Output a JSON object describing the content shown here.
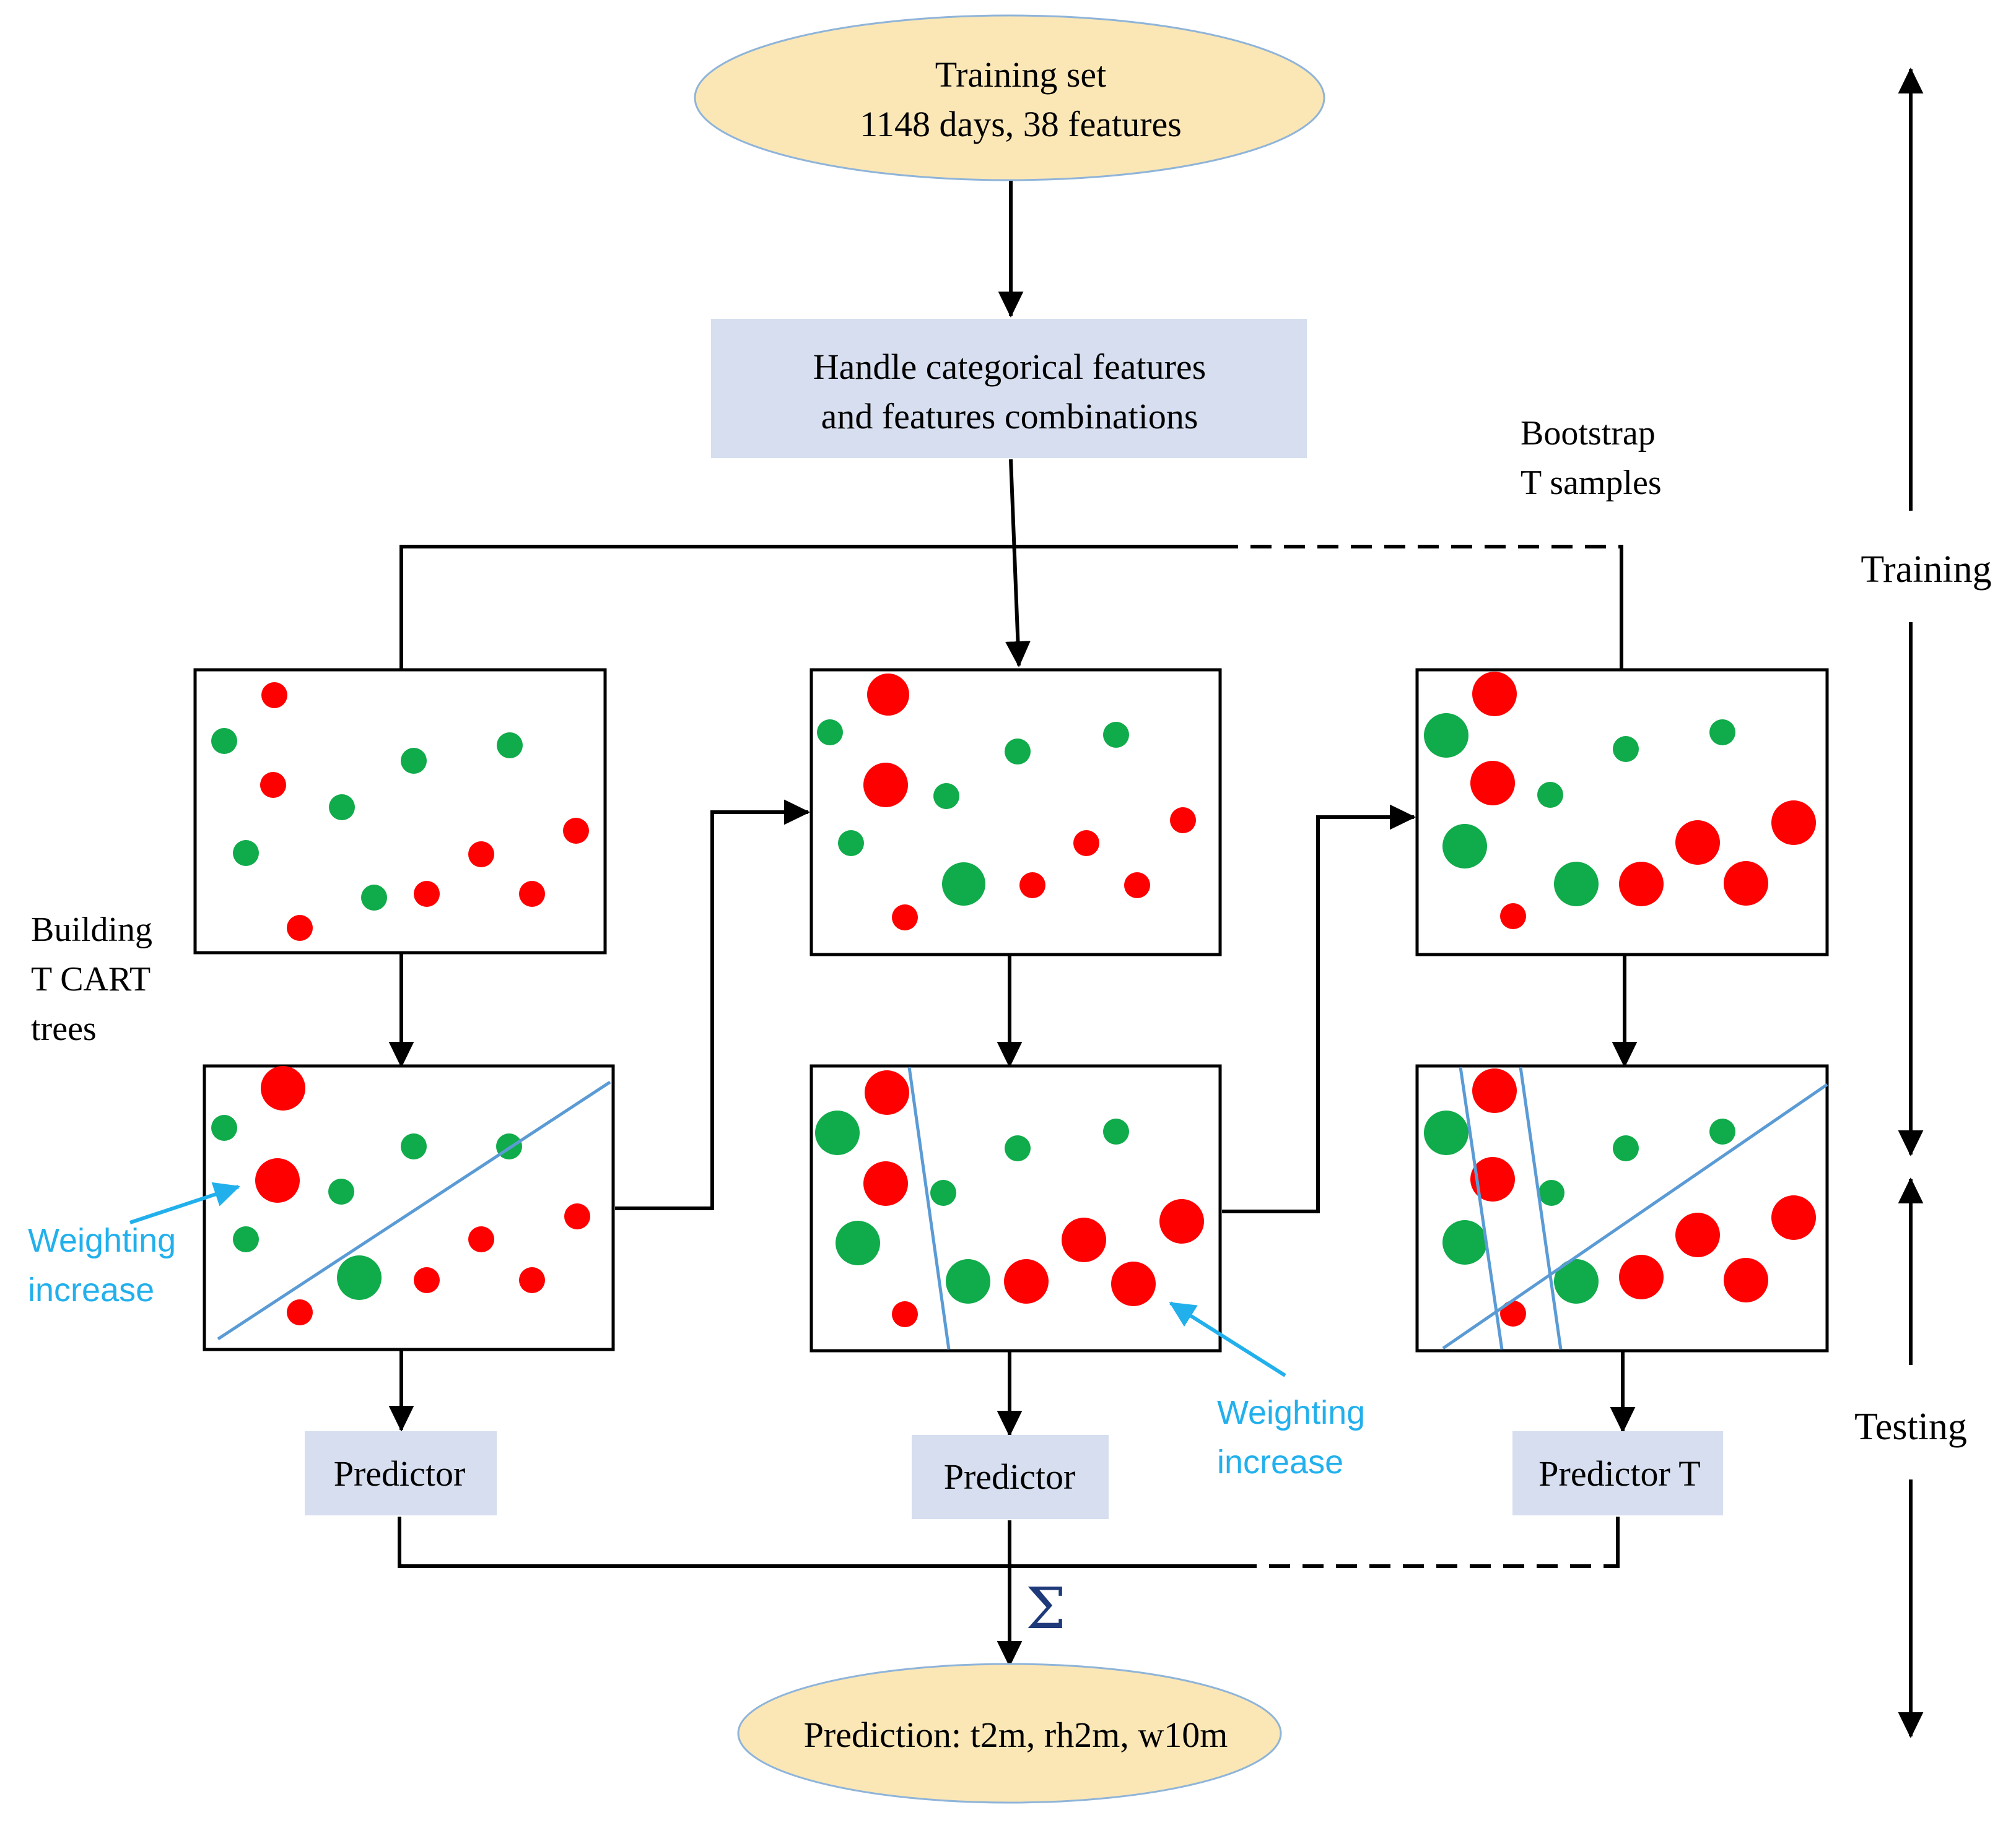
{
  "colors": {
    "ellipse_fill": "#fbe7b6",
    "ellipse_stroke": "#8fb4d9",
    "box_fill": "#d6deef",
    "red": "#ff0000",
    "green": "#10ab4a",
    "annotation": "#22b0ec",
    "split_line": "#5b9bd5",
    "sigma": "#1f3a7a"
  },
  "input_node": {
    "line1": "Training set",
    "line2": "1148 days, 38 features"
  },
  "preprocess_node": {
    "line1": "Handle categorical features",
    "line2": "and features combinations"
  },
  "bootstrap_label": {
    "line1": "Bootstrap",
    "line2": "T samples"
  },
  "building_label": {
    "line1": "Building",
    "line2": "T CART",
    "line3": "trees"
  },
  "weighting_left": {
    "line1": "Weighting",
    "line2": "increase"
  },
  "weighting_middle": {
    "line1": "Weighting",
    "line2": "increase"
  },
  "predictors": [
    "Predictor",
    "Predictor",
    "Predictor T"
  ],
  "sum_symbol": "Σ",
  "output_node": {
    "text": "Prediction: t2m, rh2m, w10m"
  },
  "phases": {
    "training": "Training",
    "testing": "Testing"
  }
}
